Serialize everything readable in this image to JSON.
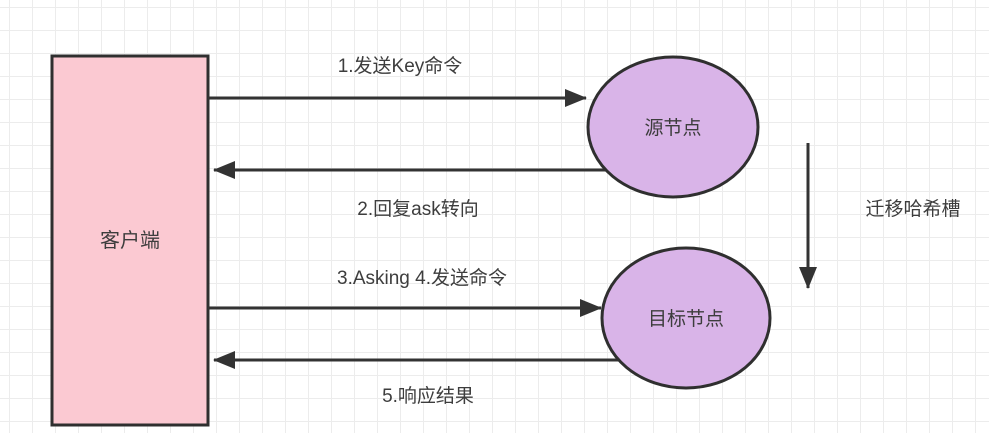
{
  "nodes": {
    "client": {
      "label": "客户端"
    },
    "source": {
      "label": "源节点"
    },
    "target": {
      "label": "目标节点"
    }
  },
  "edges": {
    "send_key": {
      "label": "1.发送Key命令"
    },
    "ask_redirect": {
      "label": "2.回复ask转向"
    },
    "asking_send": {
      "label": "3.Asking 4.发送命令"
    },
    "response": {
      "label": "5.响应结果"
    },
    "migrate_slot": {
      "label": "迁移哈希槽"
    }
  },
  "colors": {
    "client_fill": "#fbc9d2",
    "node_fill": "#d9b4e8",
    "stroke": "#2f2f2f",
    "arrow": "#333333",
    "grid_line": "#ececec",
    "text": "#3d3d3d"
  }
}
